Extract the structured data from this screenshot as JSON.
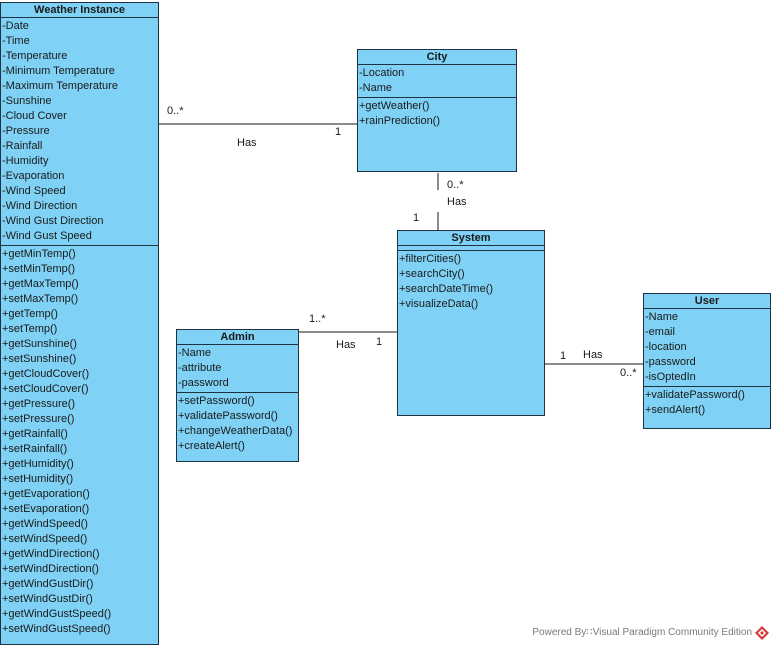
{
  "classes": {
    "weather": {
      "name": "Weather Instance",
      "attributes": [
        "-Date",
        "-Time",
        "-Temperature",
        "-Minimum Temperature",
        "-Maximum Temperature",
        "-Sunshine",
        "-Cloud Cover",
        "-Pressure",
        "-Rainfall",
        "-Humidity",
        "-Evaporation",
        "-Wind Speed",
        "-Wind Direction",
        "-Wind Gust Direction",
        "-Wind Gust Speed"
      ],
      "operations": [
        "+getMinTemp()",
        "+setMinTemp()",
        "+getMaxTemp()",
        "+setMaxTemp()",
        "+getTemp()",
        "+setTemp()",
        "+getSunshine()",
        "+setSunshine()",
        "+getCloudCover()",
        "+setCloudCover()",
        "+getPressure()",
        "+setPressure()",
        "+getRainfall()",
        "+setRainfall()",
        "+getHumidity()",
        "+setHumidity()",
        "+getEvaporation()",
        "+setEvaporation()",
        "+getWindSpeed()",
        "+setWindSpeed()",
        "+getWindDirection()",
        "+setWindDirection()",
        "+getWindGustDir()",
        "+setWindGustDir()",
        "+getWindGustSpeed()",
        "+setWindGustSpeed()"
      ]
    },
    "city": {
      "name": "City",
      "attributes": [
        "-Location",
        "-Name"
      ],
      "operations": [
        "+getWeather()",
        "+rainPrediction()"
      ]
    },
    "system": {
      "name": "System",
      "attributes": [],
      "operations": [
        "+filterCities()",
        "+searchCity()",
        "+searchDateTime()",
        "+visualizeData()"
      ]
    },
    "admin": {
      "name": "Admin",
      "attributes": [
        "-Name",
        "-attribute",
        "-password"
      ],
      "operations": [
        "+setPassword()",
        "+validatePassword()",
        "+changeWeatherData()",
        "+createAlert()"
      ]
    },
    "user": {
      "name": "User",
      "attributes": [
        "-Name",
        "-email",
        "-location",
        "-password",
        "-isOptedIn"
      ],
      "operations": [
        "+validatePassword()",
        "+sendAlert()"
      ]
    }
  },
  "associations": {
    "weather_city": {
      "label": "Has",
      "mult_a": "0..*",
      "mult_b": "1"
    },
    "city_system": {
      "label": "Has",
      "mult_a": "0..*",
      "mult_b": "1"
    },
    "admin_system": {
      "label": "Has",
      "mult_a": "1..*",
      "mult_b": "1"
    },
    "system_user": {
      "label": "Has",
      "mult_a": "1",
      "mult_b": "0..*"
    }
  },
  "footer": {
    "text": "Powered By∷Visual Paradigm Community Edition"
  },
  "colors": {
    "class_fill": "#7fd2f5",
    "class_border": "#1f3240",
    "line": "#1a1a1a",
    "logo": "#d9383a"
  }
}
